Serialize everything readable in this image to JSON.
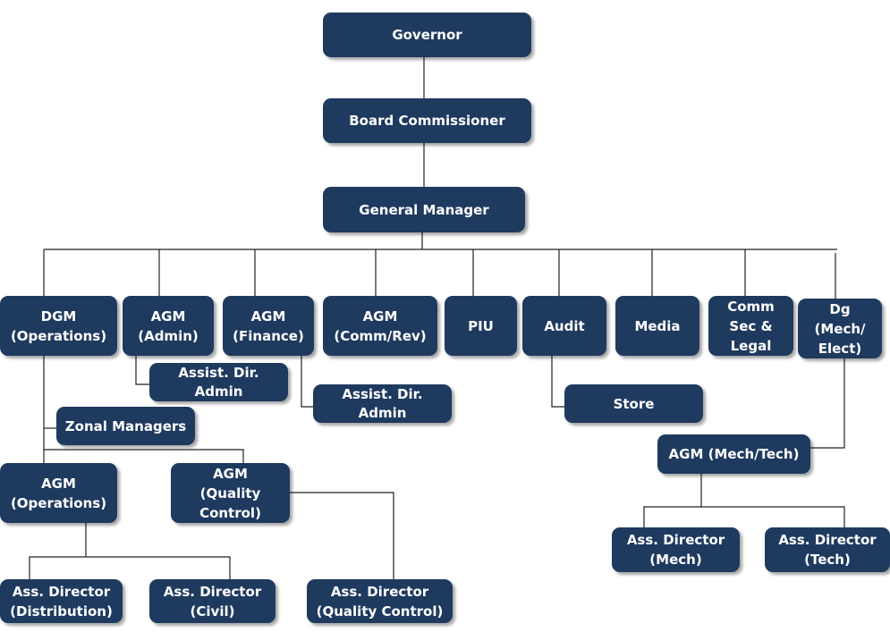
{
  "nodes": {
    "governor": "Governor",
    "board_commissioner": "Board Commissioner",
    "general_manager": "General Manager",
    "dgm_operations": "DGM\n(Operations)",
    "agm_admin": "AGM\n(Admin)",
    "agm_finance": "AGM\n(Finance)",
    "agm_comm_rev": "AGM\n(Comm/Rev)",
    "piu": "PIU",
    "audit": "Audit",
    "media": "Media",
    "comm_sec_legal": "Comm\nSec &\nLegal",
    "dg_mech_elect": "Dg\n(Mech/\nElect)",
    "assist_dir_admin_1": "Assist. Dir.\nAdmin",
    "assist_dir_admin_2": "Assist. Dir.\nAdmin",
    "store": "Store",
    "zonal_managers": "Zonal Managers",
    "agm_mech_tech": "AGM (Mech/Tech)",
    "agm_operations": "AGM\n(Operations)",
    "agm_quality_control": "AGM\n(Quality\nControl)",
    "ass_dir_mech": "Ass. Director\n(Mech)",
    "ass_dir_tech": "Ass. Director\n(Tech)",
    "ass_dir_distribution": "Ass. Director\n(Distribution)",
    "ass_dir_civil": "Ass. Director\n(Civil)",
    "ass_dir_quality_control": "Ass. Director\n(Quality Control)"
  },
  "colors": {
    "box": "#1f3a5f",
    "text": "#ffffff",
    "line": "#222222"
  }
}
